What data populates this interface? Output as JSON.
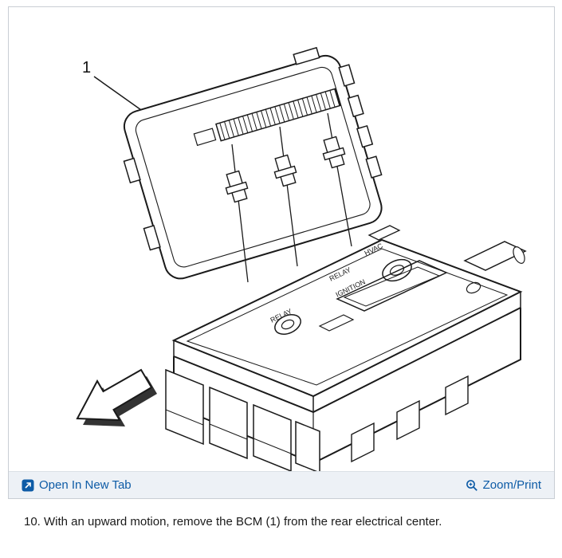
{
  "figure": {
    "callout": "1",
    "cover_labels": [
      "HVAC",
      "RELAY",
      "IGNITION",
      "RELAY"
    ]
  },
  "toolbar": {
    "open_in_new_tab": "Open In New Tab",
    "zoom_print": "Zoom/Print"
  },
  "caption": "10. With an upward motion, remove the BCM (1) from the rear electrical center.",
  "colors": {
    "link": "#0d5ba6",
    "toolbar_background": "#edf1f6",
    "frame_border": "#c9ced4",
    "line_art": "#1a1a1a"
  }
}
